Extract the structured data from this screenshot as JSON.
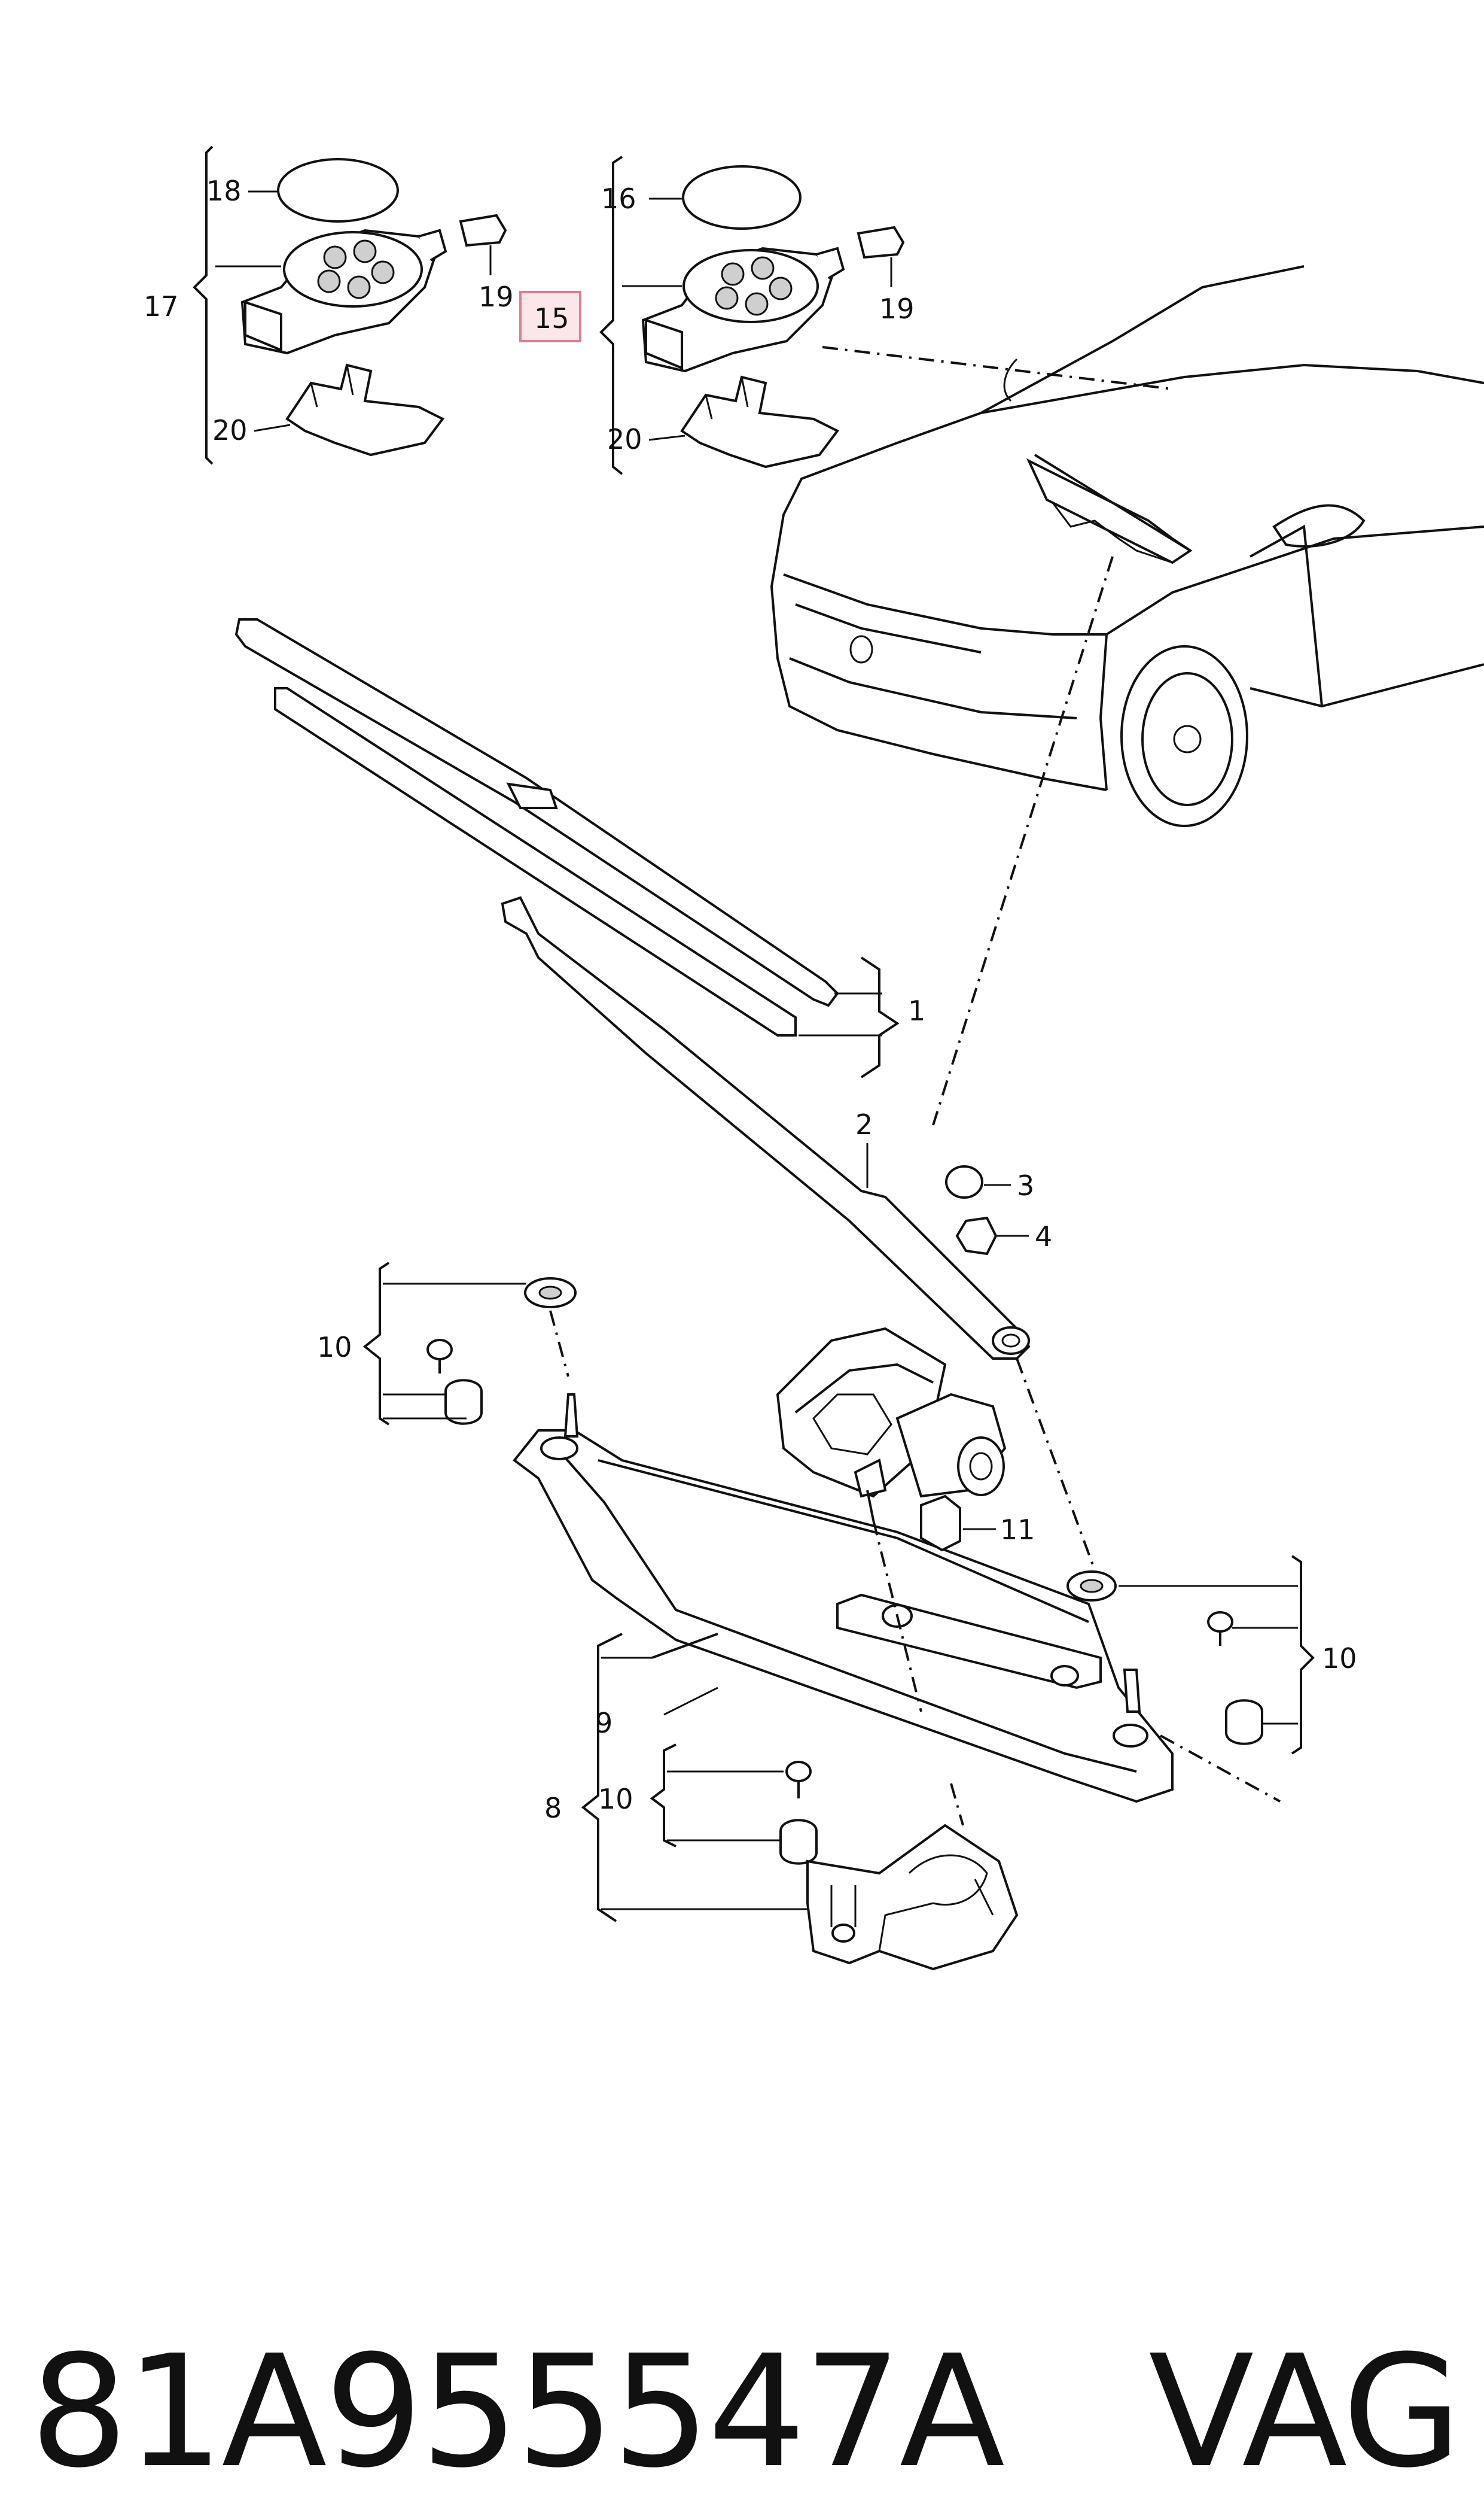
{
  "diagram": {
    "labels": {
      "l18": "18",
      "l16": "16",
      "l17": "17",
      "l15": "15",
      "l19a": "19",
      "l19b": "19",
      "l20a": "20",
      "l20b": "20",
      "l1": "1",
      "l2": "2",
      "l3": "3",
      "l4": "4",
      "l10a": "10",
      "l10b": "10",
      "l10c": "10",
      "l11": "11",
      "l9": "9",
      "l8": "8"
    },
    "highlighted_label": "15",
    "colors": {
      "highlight_fill": "#fbe6ea",
      "highlight_stroke": "#e07d8f",
      "ink": "#111111"
    }
  },
  "caption": {
    "part_number": "81A955547A",
    "brand": "VAG"
  }
}
